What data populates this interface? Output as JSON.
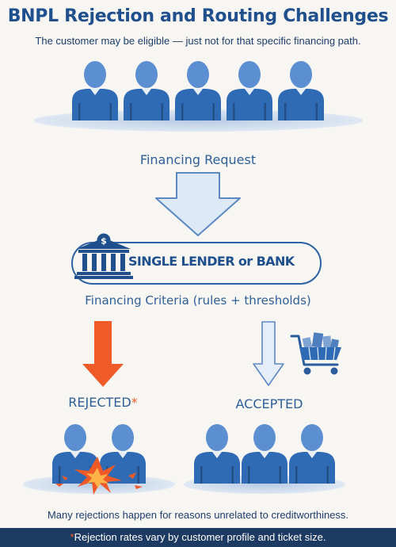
{
  "title": "BNPL Rejection and Routing Challenges",
  "subtitle": "The customer may be eligible — just not for that specific financing path.",
  "steps": {
    "request": "Financing Request",
    "lender": "SINGLE LENDER or BANK",
    "criteria": "Financing Criteria  (rules + thresholds)"
  },
  "outcomes": {
    "rejected": "REJECTED",
    "rejected_marker": "*",
    "accepted": "ACCEPTED"
  },
  "note": "Many rejections happen for reasons unrelated to creditworthiness.",
  "footer": {
    "marker": "*",
    "text": "Rejection rates vary by customer profile and ticket size."
  },
  "icons": {
    "lender": "bank-icon",
    "currency": "dollar-sign",
    "cart": "shopping-cart-icon",
    "people": "person-icon"
  },
  "colors": {
    "primary": "#2f62a6",
    "person": "#2f6bb5",
    "rejected_arrow": "#f05a28",
    "accepted_arrow": "#dde9f7",
    "footer_bg": "#1d3a63"
  }
}
